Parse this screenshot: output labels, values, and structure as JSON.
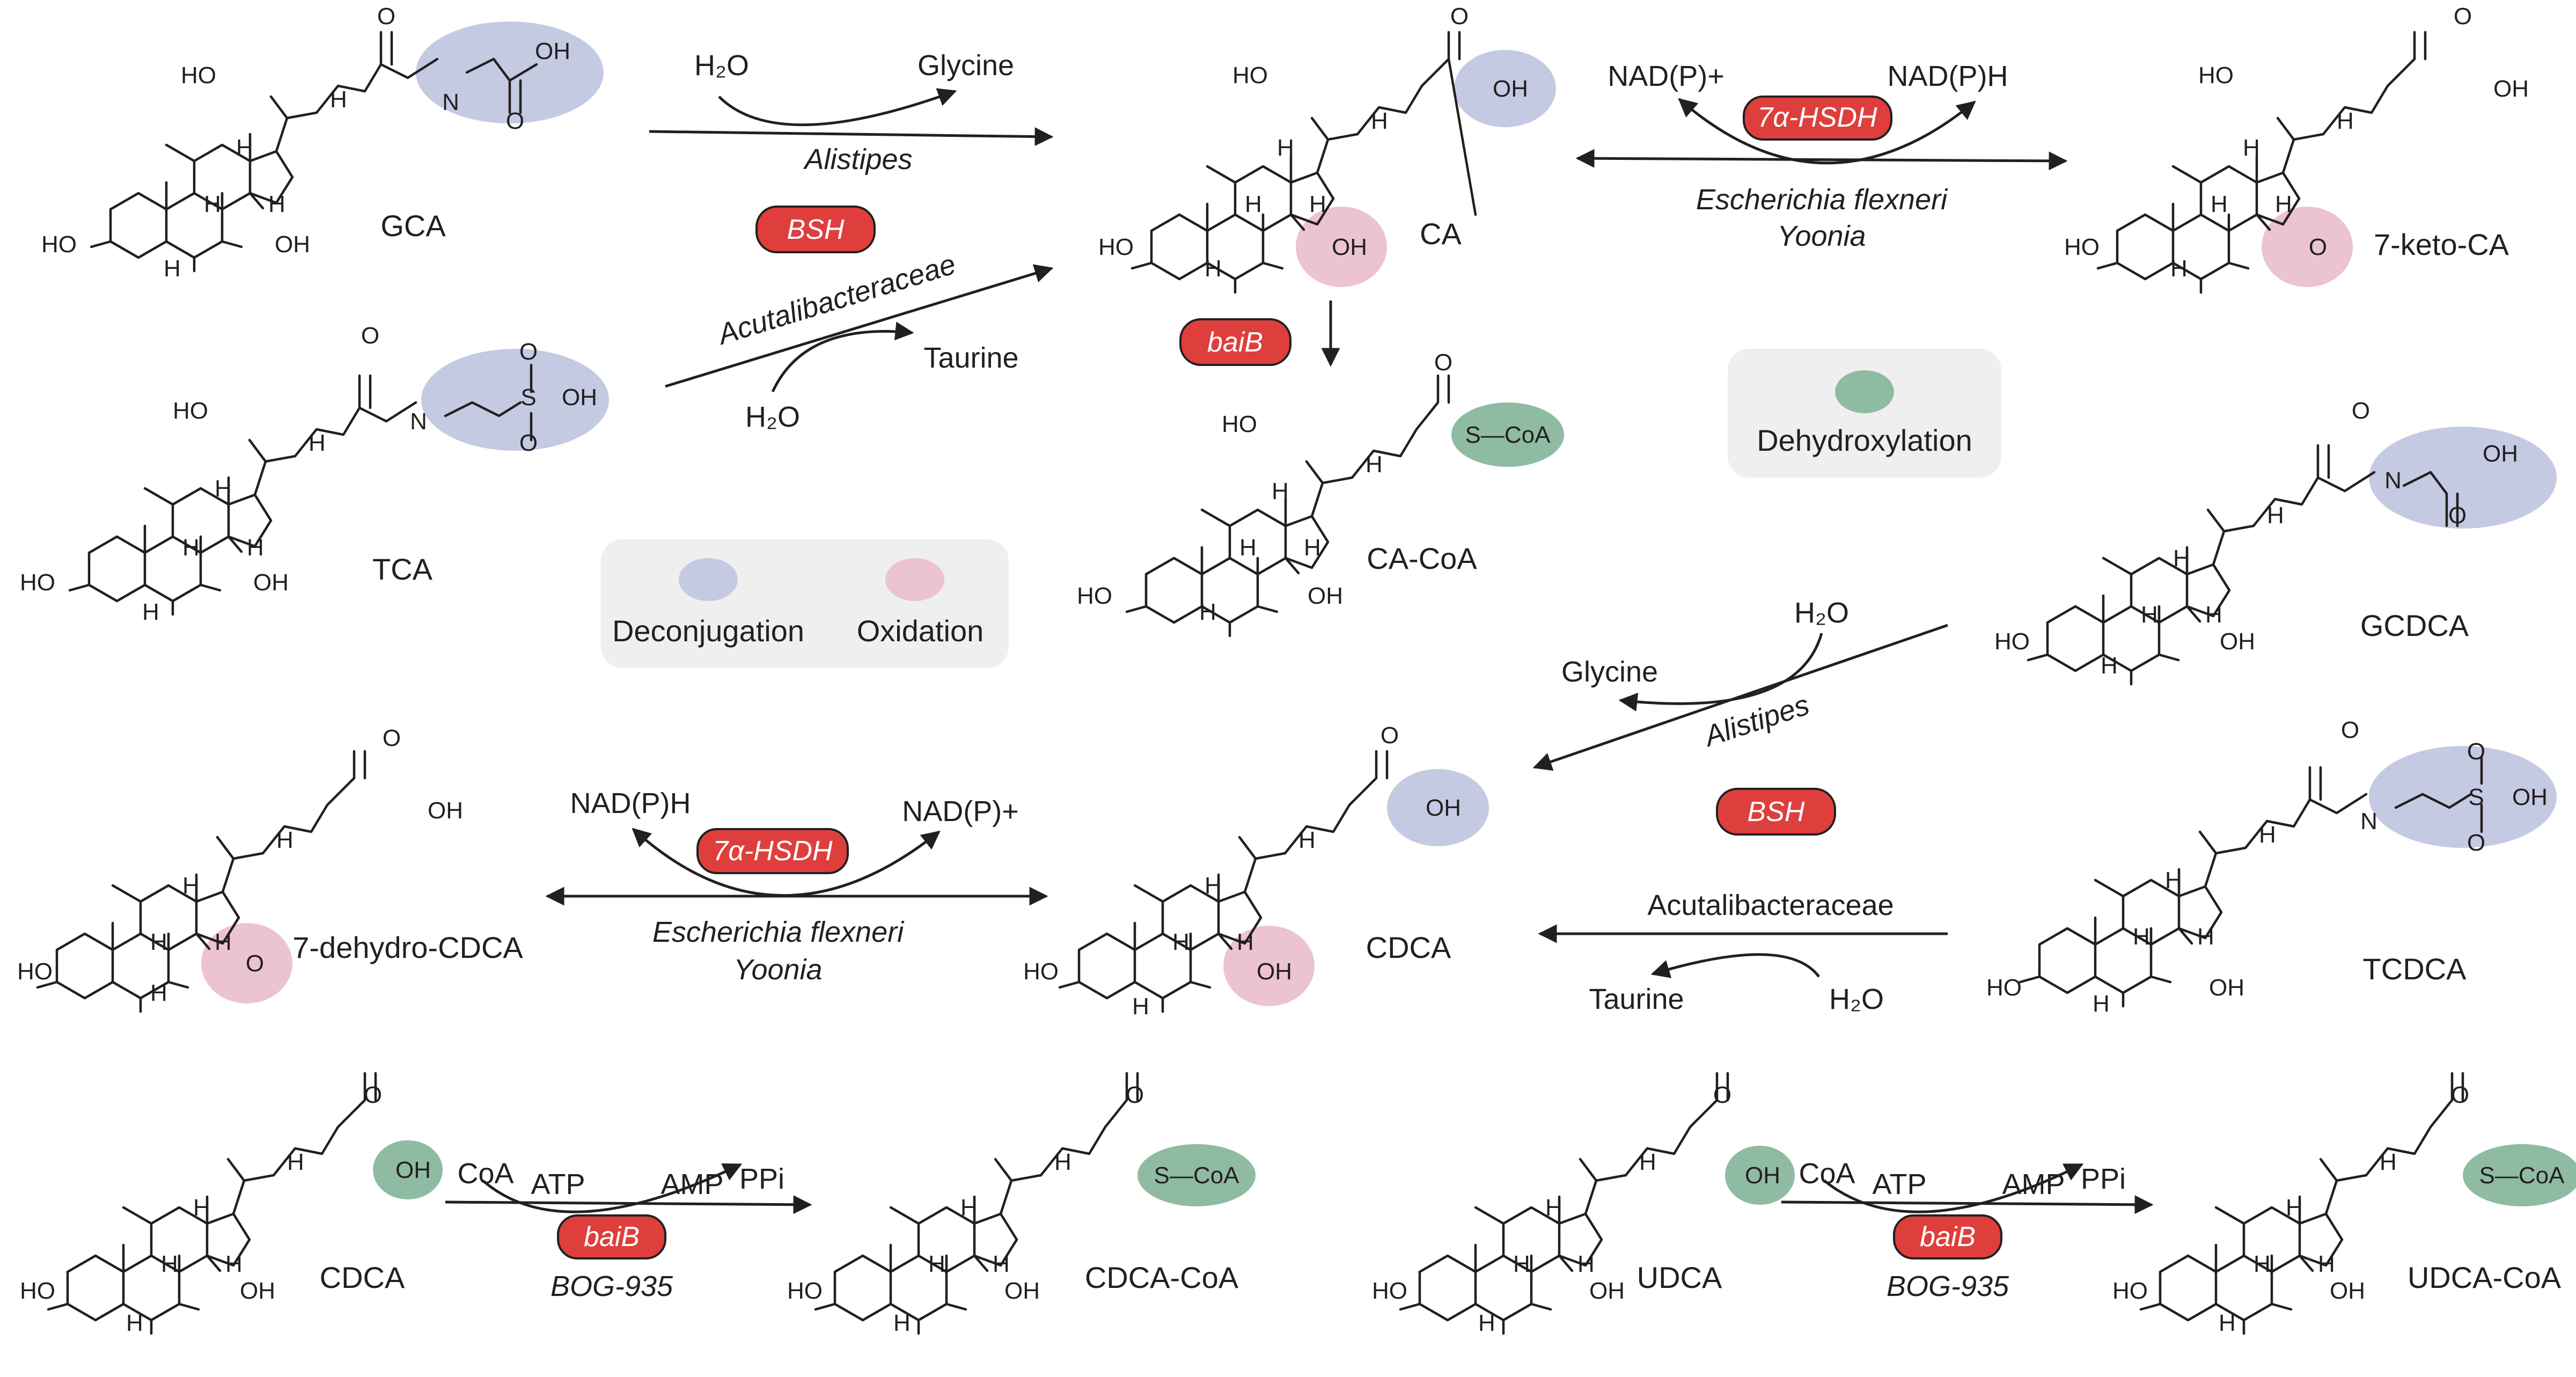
{
  "colors": {
    "deconjugation": "#c5cae3",
    "oxidation": "#ecc3d0",
    "dehydroxylation": "#8fbba2",
    "enzyme": "#de3f3c",
    "legend_bg": "#efefef",
    "ink": "#231f20"
  },
  "molecules": {
    "gca": "GCA",
    "tca": "TCA",
    "ca": "CA",
    "keto_ca": "7-keto-CA",
    "ca_coa": "CA-CoA",
    "gcdca": "GCDCA",
    "tcdca": "TCDCA",
    "cdca": "CDCA",
    "dehydro_cdca": "7-dehydro-CDCA",
    "cdca2": "CDCA",
    "cdca_coa": "CDCA-CoA",
    "udca": "UDCA",
    "udca_coa": "UDCA-CoA"
  },
  "atoms": {
    "ho": "HO",
    "oh": "OH",
    "h": "H",
    "o": "O",
    "n": "N",
    "s": "S",
    "scoa": "S—CoA"
  },
  "reagents": {
    "h2o": "H₂O",
    "glycine": "Glycine",
    "taurine": "Taurine",
    "nadp_plus": "NAD(P)+",
    "nadph": "NAD(P)H",
    "coa": "CoA",
    "atp": "ATP",
    "amp": "AMP",
    "ppi": "PPi"
  },
  "organisms": {
    "alistipes": "Alistipes",
    "acutalibacteraceae": "Acutalibacteraceae",
    "e_flexneri": "Escherichia flexneri",
    "yoonia": "Yoonia",
    "bog": "BOG-935"
  },
  "enzymes": {
    "bsh": "BSH",
    "baib": "baiB",
    "hsdh": "7α-HSDH"
  },
  "legend": {
    "deconjugation": "Deconjugation",
    "oxidation": "Oxidation",
    "dehydroxylation": "Dehydroxylation"
  }
}
